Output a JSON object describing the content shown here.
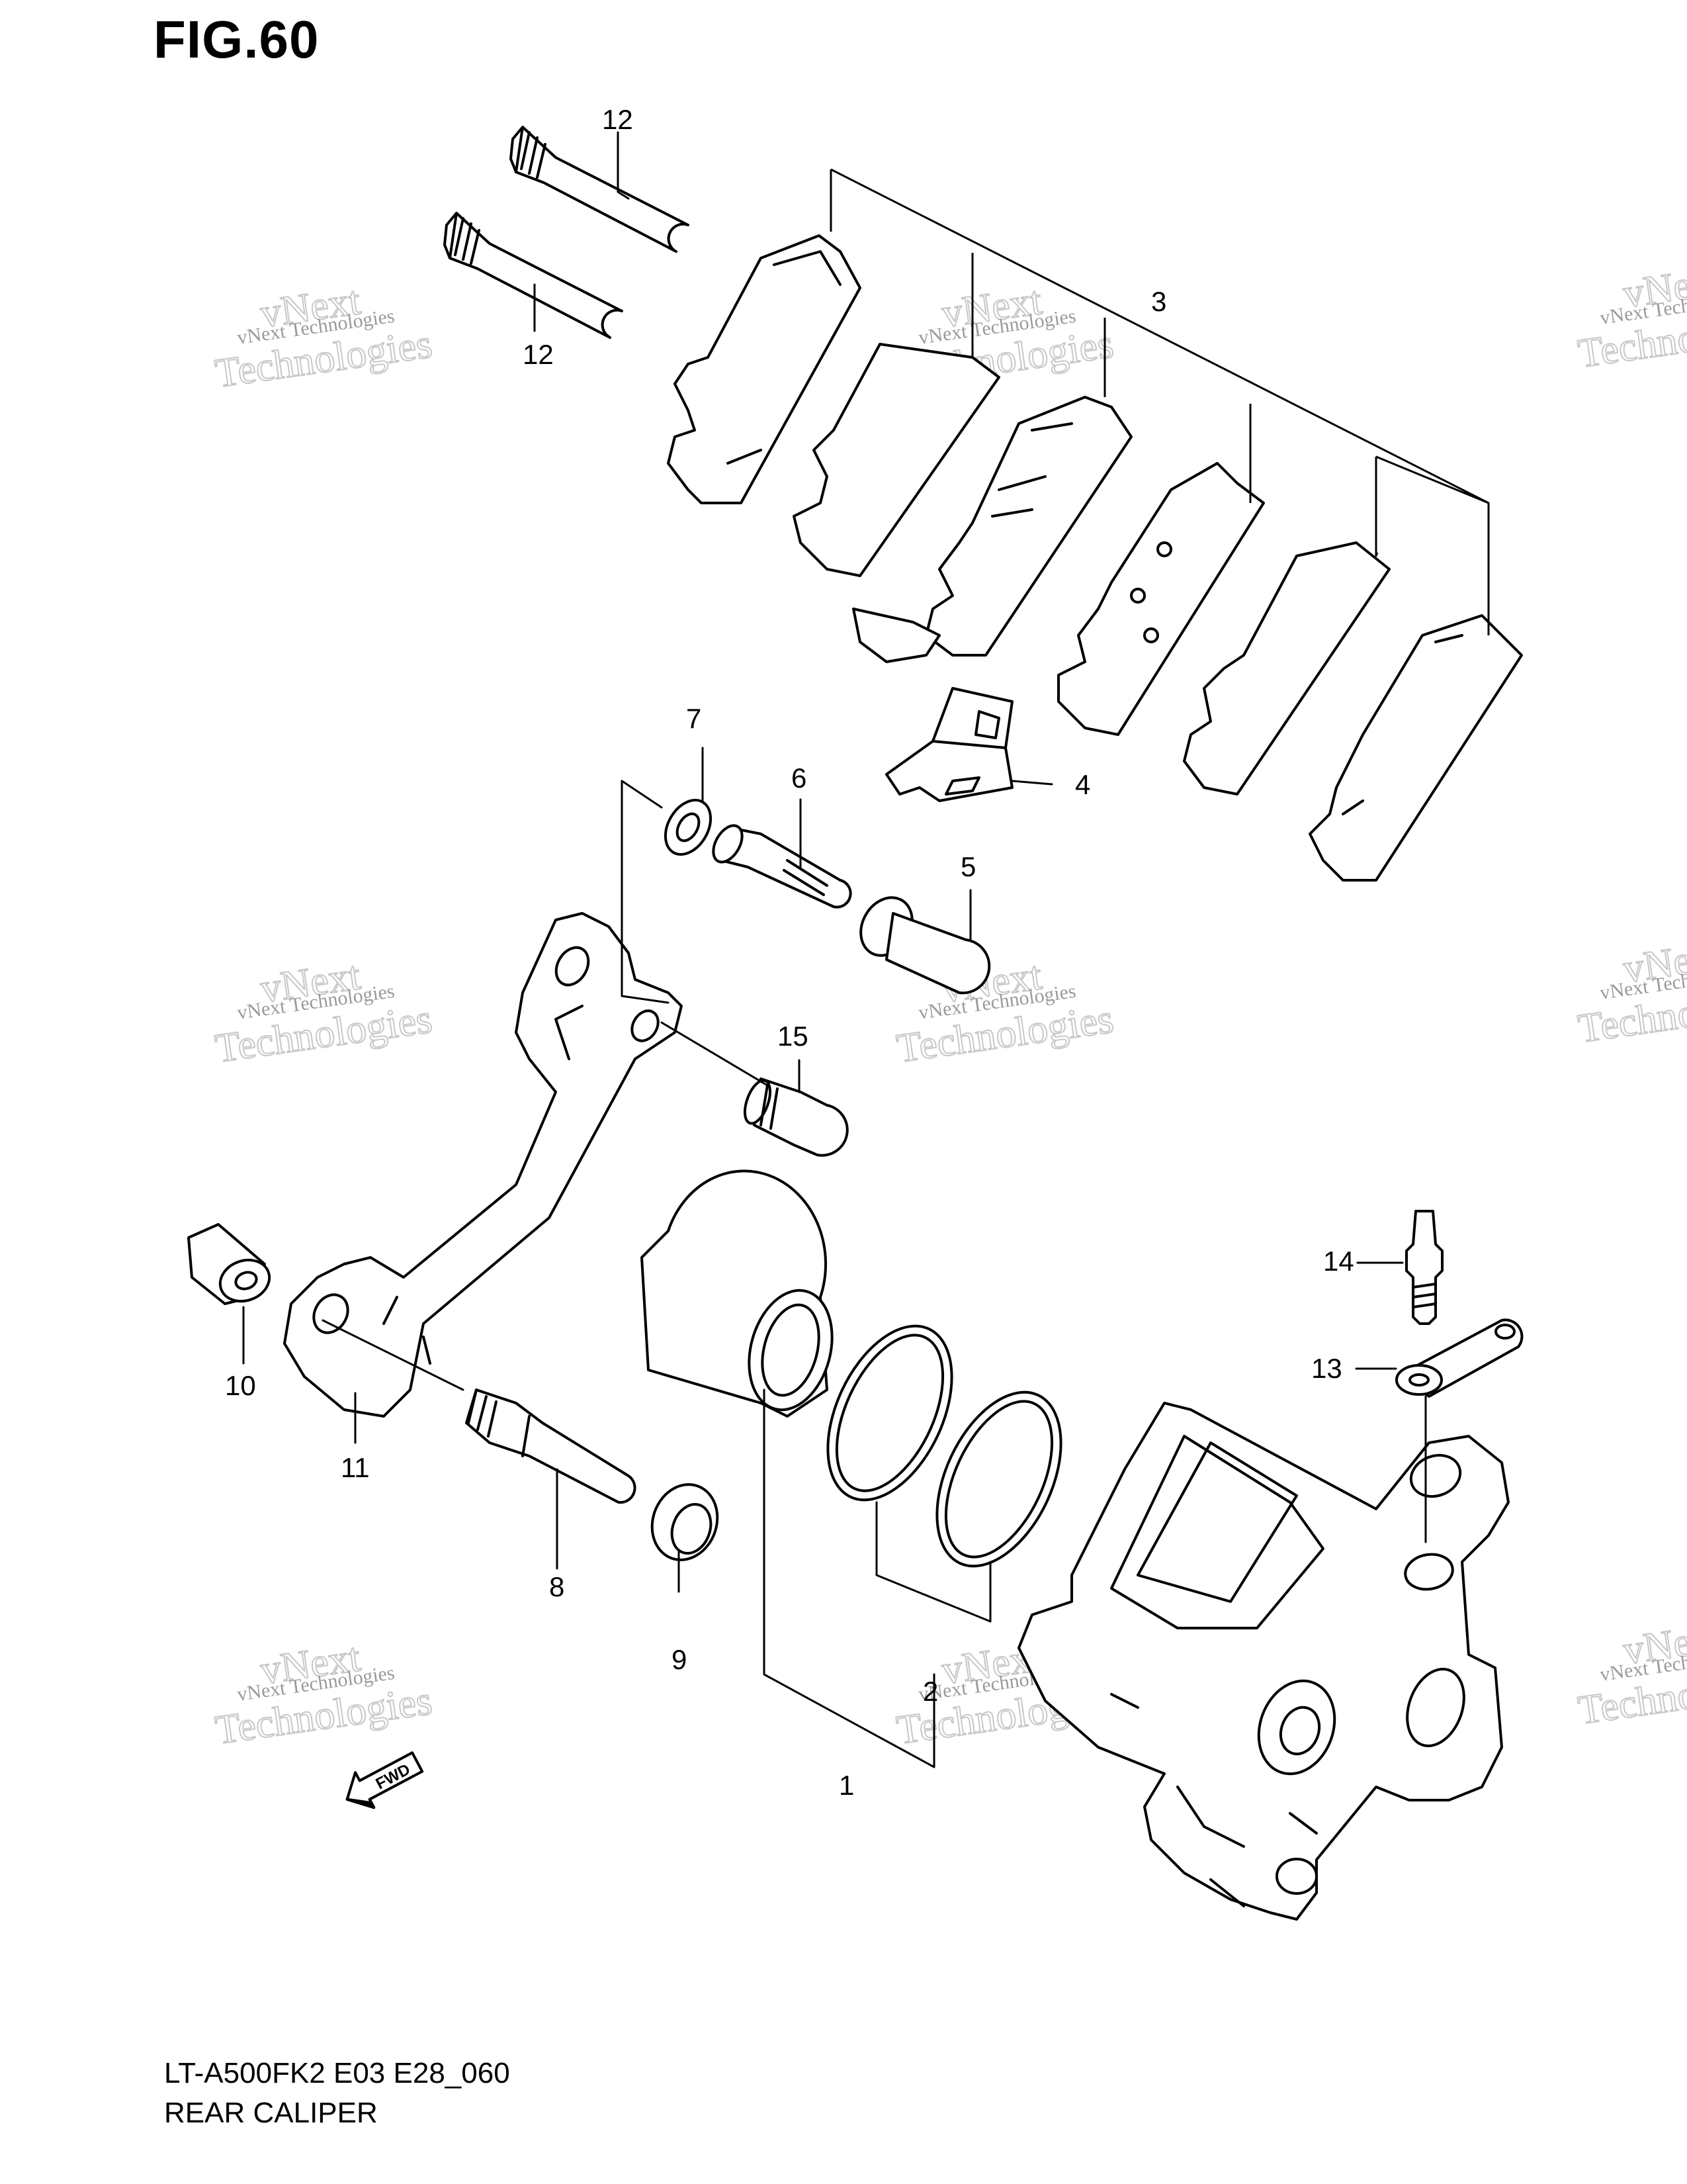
{
  "figure_title": "FIG.60",
  "part_callouts": [
    {
      "id": "c1",
      "label": "1"
    },
    {
      "id": "c2",
      "label": "2"
    },
    {
      "id": "c3",
      "label": "3"
    },
    {
      "id": "c4",
      "label": "4"
    },
    {
      "id": "c5",
      "label": "5"
    },
    {
      "id": "c6",
      "label": "6"
    },
    {
      "id": "c7",
      "label": "7"
    },
    {
      "id": "c8",
      "label": "8"
    },
    {
      "id": "c9",
      "label": "9"
    },
    {
      "id": "c10",
      "label": "10"
    },
    {
      "id": "c11",
      "label": "11"
    },
    {
      "id": "c12a",
      "label": "12"
    },
    {
      "id": "c12b",
      "label": "12"
    },
    {
      "id": "c13",
      "label": "13"
    },
    {
      "id": "c14",
      "label": "14"
    },
    {
      "id": "c15",
      "label": "15"
    }
  ],
  "watermark": {
    "line1": "vNext Technologies",
    "line2": "vNext",
    "line3": "Technologies"
  },
  "fwd_arrow_label": "FWD",
  "footer": {
    "model_code": "LT-A500FK2 E03 E28_060",
    "section_name": "REAR CALIPER"
  }
}
